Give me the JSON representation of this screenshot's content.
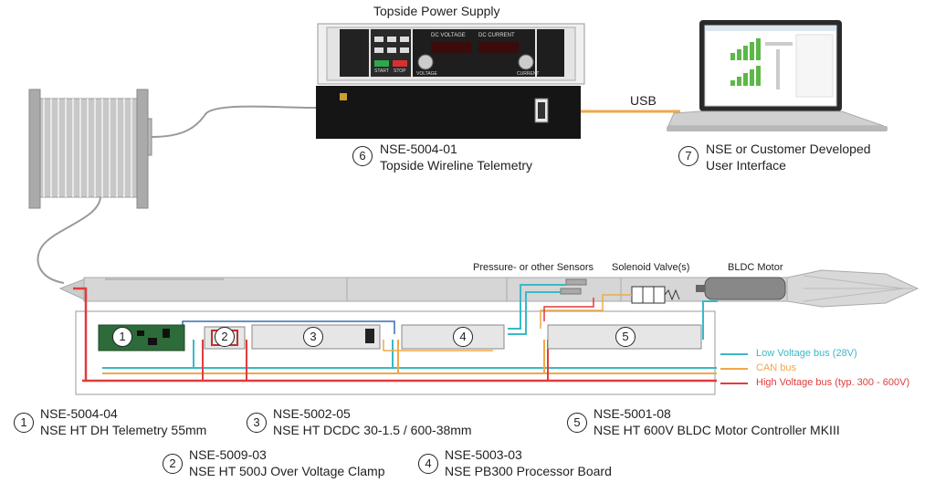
{
  "topside_power_supply": {
    "title": "Topside Power Supply",
    "panel_labels": [
      "DC VOLTAGE",
      "DC CURRENT",
      "VOLTAGE",
      "CURRENT",
      "START",
      "STOP"
    ]
  },
  "usb_label": "USB",
  "topside_telemetry": {
    "number": "6",
    "part": "NSE-5004-01",
    "name": "Topside Wireline Telemetry"
  },
  "user_interface": {
    "number": "7",
    "line1": "NSE or Customer Developed",
    "line2": "User Interface"
  },
  "tool_labels": {
    "sensors": "Pressure- or other Sensors",
    "solenoid": "Solenoid Valve(s)",
    "motor": "BLDC Motor"
  },
  "legend": [
    {
      "label": "Low Voltage bus (28V)",
      "color": "#3bb8c8"
    },
    {
      "label": "CAN bus",
      "color": "#f0a848"
    },
    {
      "label": "High Voltage bus (typ. 300 - 600V)",
      "color": "#e03c3c"
    }
  ],
  "components": [
    {
      "number": "1",
      "part": "NSE-5004-04",
      "name": "NSE HT DH Telemetry 55mm"
    },
    {
      "number": "2",
      "part": "NSE-5009-03",
      "name": "NSE HT 500J Over Voltage Clamp"
    },
    {
      "number": "3",
      "part": "NSE-5002-05",
      "name": "NSE HT DCDC 30-1.5 / 600-38mm"
    },
    {
      "number": "4",
      "part": "NSE-5003-03",
      "name": "NSE PB300 Processor Board"
    },
    {
      "number": "5",
      "part": "NSE-5001-08",
      "name": "NSE HT 600V BLDC Motor Controller MKIII"
    }
  ]
}
